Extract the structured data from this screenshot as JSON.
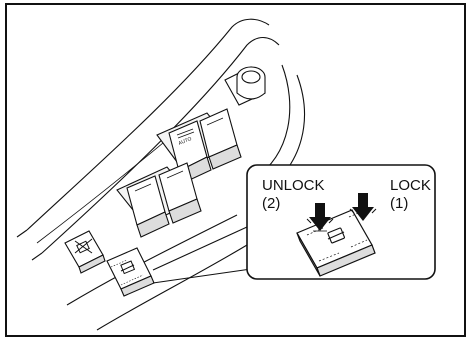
{
  "labels": {
    "unlock": "UNLOCK",
    "unlock_num": "(2)",
    "lock": "LOCK",
    "lock_num": "(1)",
    "auto": "AUTO"
  },
  "icons": {
    "window_lock_button": "window-icon",
    "lock_disable_button": "crossed-lock-icon",
    "press_arrows": "arrow-down-icon"
  },
  "colors": {
    "line": "#111111",
    "button_fill": "#ffffff",
    "shadow": "#cfcfcf"
  }
}
